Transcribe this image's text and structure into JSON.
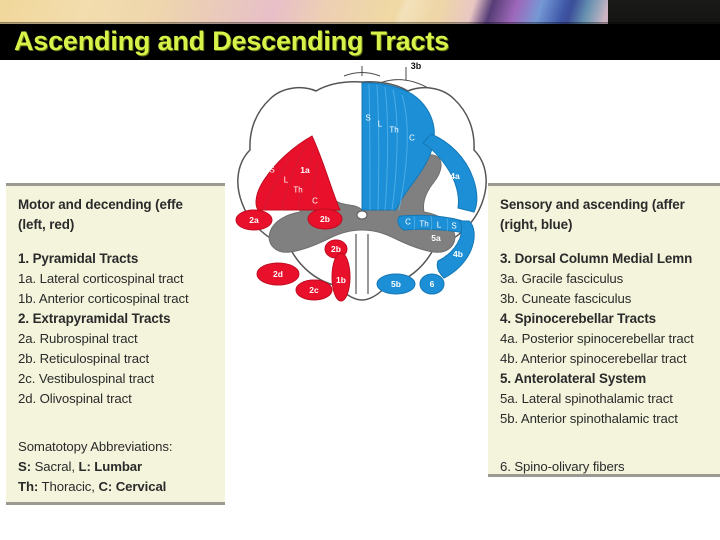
{
  "title": "Ascending and Descending Tracts",
  "colors": {
    "title_text": "#d9f24a",
    "title_band": "#000000",
    "motor_red": "#e8102a",
    "sensory_blue": "#1c8fd6",
    "grey_matter": "#808080",
    "panel_bg": "#f4f4dd",
    "panel_rule": "#9a9a92",
    "outline": "#555555"
  },
  "left_panel": {
    "heading_line1": "Motor and decending (effe",
    "heading_line2": "(left, red)",
    "sections": [
      {
        "label": "1. Pyramidal Tracts",
        "bold": true
      },
      {
        "label": "1a. Lateral corticospinal tract",
        "bold": false
      },
      {
        "label": "1b. Anterior corticospinal tract",
        "bold": false
      },
      {
        "label": "2. Extrapyramidal Tracts",
        "bold": true
      },
      {
        "label": "2a. Rubrospinal tract",
        "bold": false
      },
      {
        "label": "2b. Reticulospinal tract",
        "bold": false
      },
      {
        "label": "2c. Vestibulospinal tract",
        "bold": false
      },
      {
        "label": "2d. Olivospinal tract",
        "bold": false
      }
    ],
    "abbrev_heading": "Somatotopy Abbreviations:",
    "abbrev_line1_a": "S:",
    "abbrev_line1_b": " Sacral, ",
    "abbrev_line1_c": "L: Lumbar",
    "abbrev_line2_a": "Th:",
    "abbrev_line2_b": " Thoracic, ",
    "abbrev_line2_c": "C: Cervical"
  },
  "right_panel": {
    "heading_line1": "Sensory and ascending (affer",
    "heading_line2": "(right, blue)",
    "sections": [
      {
        "label": "3. Dorsal Column Medial Lemn",
        "bold": true
      },
      {
        "label": "3a. Gracile fasciculus",
        "bold": false
      },
      {
        "label": "3b. Cuneate fasciculus",
        "bold": false
      },
      {
        "label": "4. Spinocerebellar Tracts",
        "bold": true
      },
      {
        "label": "4a. Posterior spinocerebellar tract",
        "bold": false
      },
      {
        "label": "4b. Anterior spinocerebellar tract",
        "bold": false
      },
      {
        "label": "5. Anterolateral System",
        "bold": true
      },
      {
        "label": "5a. Lateral spinothalamic tract",
        "bold": false
      },
      {
        "label": "5b. Anterior spinothalamic tract",
        "bold": false
      }
    ],
    "footnote": "6. Spino-olivary fibers"
  },
  "diagram": {
    "callout_3b": "3b",
    "motor_labels": {
      "lateral_corticospinal": "1a",
      "anterior_corticospinal": "1b",
      "rubrospinal": "2a",
      "reticulospinal_lateral": "2b",
      "reticulospinal_anterior": "2b",
      "vestibulospinal": "2c",
      "olivospinal": "2d"
    },
    "motor_somatotopy": [
      "S",
      "L",
      "Th",
      "C"
    ],
    "dorsal_somatotopy": [
      "S",
      "L",
      "Th",
      "C"
    ],
    "sensory_labels": {
      "posterior_spinocerebellar": "4a",
      "anterior_spinocerebellar": "4b",
      "lateral_spinothalamic": "5a",
      "anterior_spinothalamic": "5b",
      "spino_olivary": "6"
    },
    "spinothalamic_somatotopy": [
      "C",
      "Th",
      "L",
      "S"
    ]
  }
}
